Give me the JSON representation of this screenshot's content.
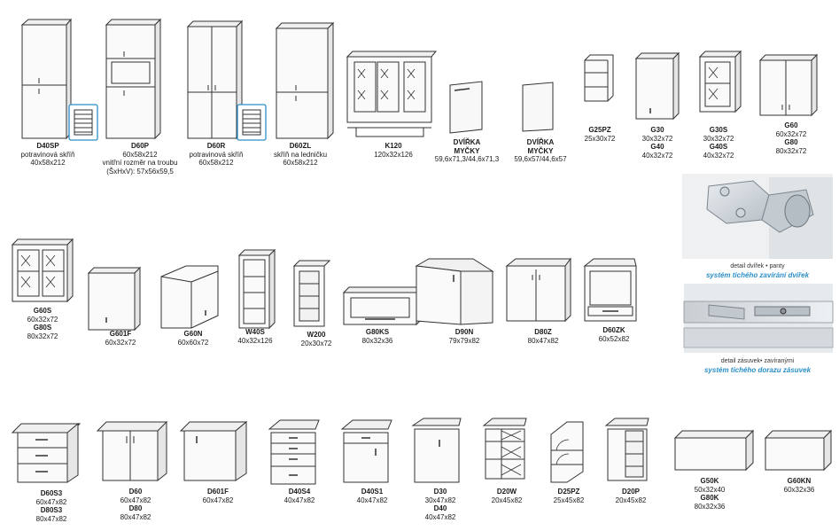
{
  "items": [
    {
      "key": "d40sp",
      "lines": [
        [
          "D40SP",
          true
        ],
        [
          "potravinová skříň",
          false
        ],
        [
          "40x58x212",
          false
        ]
      ]
    },
    {
      "key": "d60p",
      "lines": [
        [
          "D60P",
          true
        ],
        [
          "60x58x212",
          false
        ],
        [
          "vnitřní rozměr na troubu",
          false
        ],
        [
          "(ŠxHxV): 57x56x59,5",
          false
        ]
      ]
    },
    {
      "key": "d60r",
      "lines": [
        [
          "D60R",
          true
        ],
        [
          "potravinová skříň",
          false
        ],
        [
          "60x58x212",
          false
        ]
      ]
    },
    {
      "key": "d60zl",
      "lines": [
        [
          "D60ZL",
          true
        ],
        [
          "skříň na ledničku",
          false
        ],
        [
          "60x58x212",
          false
        ]
      ]
    },
    {
      "key": "k120",
      "lines": [
        [
          "K120",
          true
        ],
        [
          "120x32x126",
          false
        ]
      ]
    },
    {
      "key": "dvirka1",
      "lines": [
        [
          "DVÍŘKA",
          true
        ],
        [
          "MYČKY",
          true
        ],
        [
          "59,6x71,3/44,6x71,3",
          false
        ]
      ]
    },
    {
      "key": "dvirka2",
      "lines": [
        [
          "DVÍŘKA",
          true
        ],
        [
          "MYČKY",
          true
        ],
        [
          "59,6x57/44,6x57",
          false
        ]
      ]
    },
    {
      "key": "g25pz",
      "lines": [
        [
          "G25PZ",
          true
        ],
        [
          "25x30x72",
          false
        ]
      ]
    },
    {
      "key": "g30",
      "lines": [
        [
          "G30",
          true
        ],
        [
          "30x32x72",
          false
        ],
        [
          "G40",
          true
        ],
        [
          "40x32x72",
          false
        ]
      ]
    },
    {
      "key": "g30s",
      "lines": [
        [
          "G30S",
          true
        ],
        [
          "30x32x72",
          false
        ],
        [
          "G40S",
          true
        ],
        [
          "40x32x72",
          false
        ]
      ]
    },
    {
      "key": "g60",
      "lines": [
        [
          "G60",
          true
        ],
        [
          "60x32x72",
          false
        ],
        [
          "G80",
          true
        ],
        [
          "80x32x72",
          false
        ]
      ]
    },
    {
      "key": "g60s",
      "lines": [
        [
          "G60S",
          true
        ],
        [
          "60x32x72",
          false
        ],
        [
          "G80S",
          true
        ],
        [
          "80x32x72",
          false
        ]
      ]
    },
    {
      "key": "g601f",
      "lines": [
        [
          "G601F",
          true
        ],
        [
          "60x32x72",
          false
        ]
      ]
    },
    {
      "key": "g60n",
      "lines": [
        [
          "G60N",
          true
        ],
        [
          "60x60x72",
          false
        ]
      ]
    },
    {
      "key": "w40s",
      "lines": [
        [
          "W40S",
          true
        ],
        [
          "40x32x126",
          false
        ]
      ]
    },
    {
      "key": "w200",
      "lines": [
        [
          "W200",
          true
        ],
        [
          "20x30x72",
          false
        ]
      ]
    },
    {
      "key": "g80ks",
      "lines": [
        [
          "G80KS",
          true
        ],
        [
          "80x32x36",
          false
        ]
      ]
    },
    {
      "key": "d90n",
      "lines": [
        [
          "D90N",
          true
        ],
        [
          "79x79x82",
          false
        ]
      ]
    },
    {
      "key": "d80z",
      "lines": [
        [
          "D80Z",
          true
        ],
        [
          "80x47x82",
          false
        ]
      ]
    },
    {
      "key": "d60zk",
      "lines": [
        [
          "D60ZK",
          true
        ],
        [
          "60x52x82",
          false
        ]
      ]
    },
    {
      "key": "d60s3",
      "lines": [
        [
          "D60S3",
          true
        ],
        [
          "60x47x82",
          false
        ],
        [
          "D80S3",
          true
        ],
        [
          "80x47x82",
          false
        ]
      ]
    },
    {
      "key": "d60",
      "lines": [
        [
          "D60",
          true
        ],
        [
          "60x47x82",
          false
        ],
        [
          "D80",
          true
        ],
        [
          "80x47x82",
          false
        ]
      ]
    },
    {
      "key": "d601f",
      "lines": [
        [
          "D601F",
          true
        ],
        [
          "60x47x82",
          false
        ]
      ]
    },
    {
      "key": "d40s4",
      "lines": [
        [
          "D40S4",
          true
        ],
        [
          "40x47x82",
          false
        ]
      ]
    },
    {
      "key": "d40s1",
      "lines": [
        [
          "D40S1",
          true
        ],
        [
          "40x47x82",
          false
        ]
      ]
    },
    {
      "key": "d30",
      "lines": [
        [
          "D30",
          true
        ],
        [
          "30x47x82",
          false
        ],
        [
          "D40",
          true
        ],
        [
          "40x47x82",
          false
        ]
      ]
    },
    {
      "key": "d20w",
      "lines": [
        [
          "D20W",
          true
        ],
        [
          "20x45x82",
          false
        ]
      ]
    },
    {
      "key": "d25pz",
      "lines": [
        [
          "D25PZ",
          true
        ],
        [
          "25x45x82",
          false
        ]
      ]
    },
    {
      "key": "d20p",
      "lines": [
        [
          "D20P",
          true
        ],
        [
          "20x45x82",
          false
        ]
      ]
    },
    {
      "key": "g50k",
      "lines": [
        [
          "G50K",
          true
        ],
        [
          "50x32x40",
          false
        ],
        [
          "G80K",
          true
        ],
        [
          "80x32x36",
          false
        ]
      ]
    },
    {
      "key": "g60kn",
      "lines": [
        [
          "G60KN",
          true
        ],
        [
          "60x32x36",
          false
        ]
      ]
    }
  ],
  "photos": {
    "hinge_caption": "detail dvířek • panty",
    "hinge_subtitle": "systém tichého zavírání dvířek",
    "drawer_caption": "detail zásuvek• zavíranými",
    "drawer_subtitle": "systém tichého dorazu zásuvek"
  },
  "colors": {
    "line": "#333333",
    "accent": "#2a8fc8",
    "panel": "#f4f4f4"
  }
}
